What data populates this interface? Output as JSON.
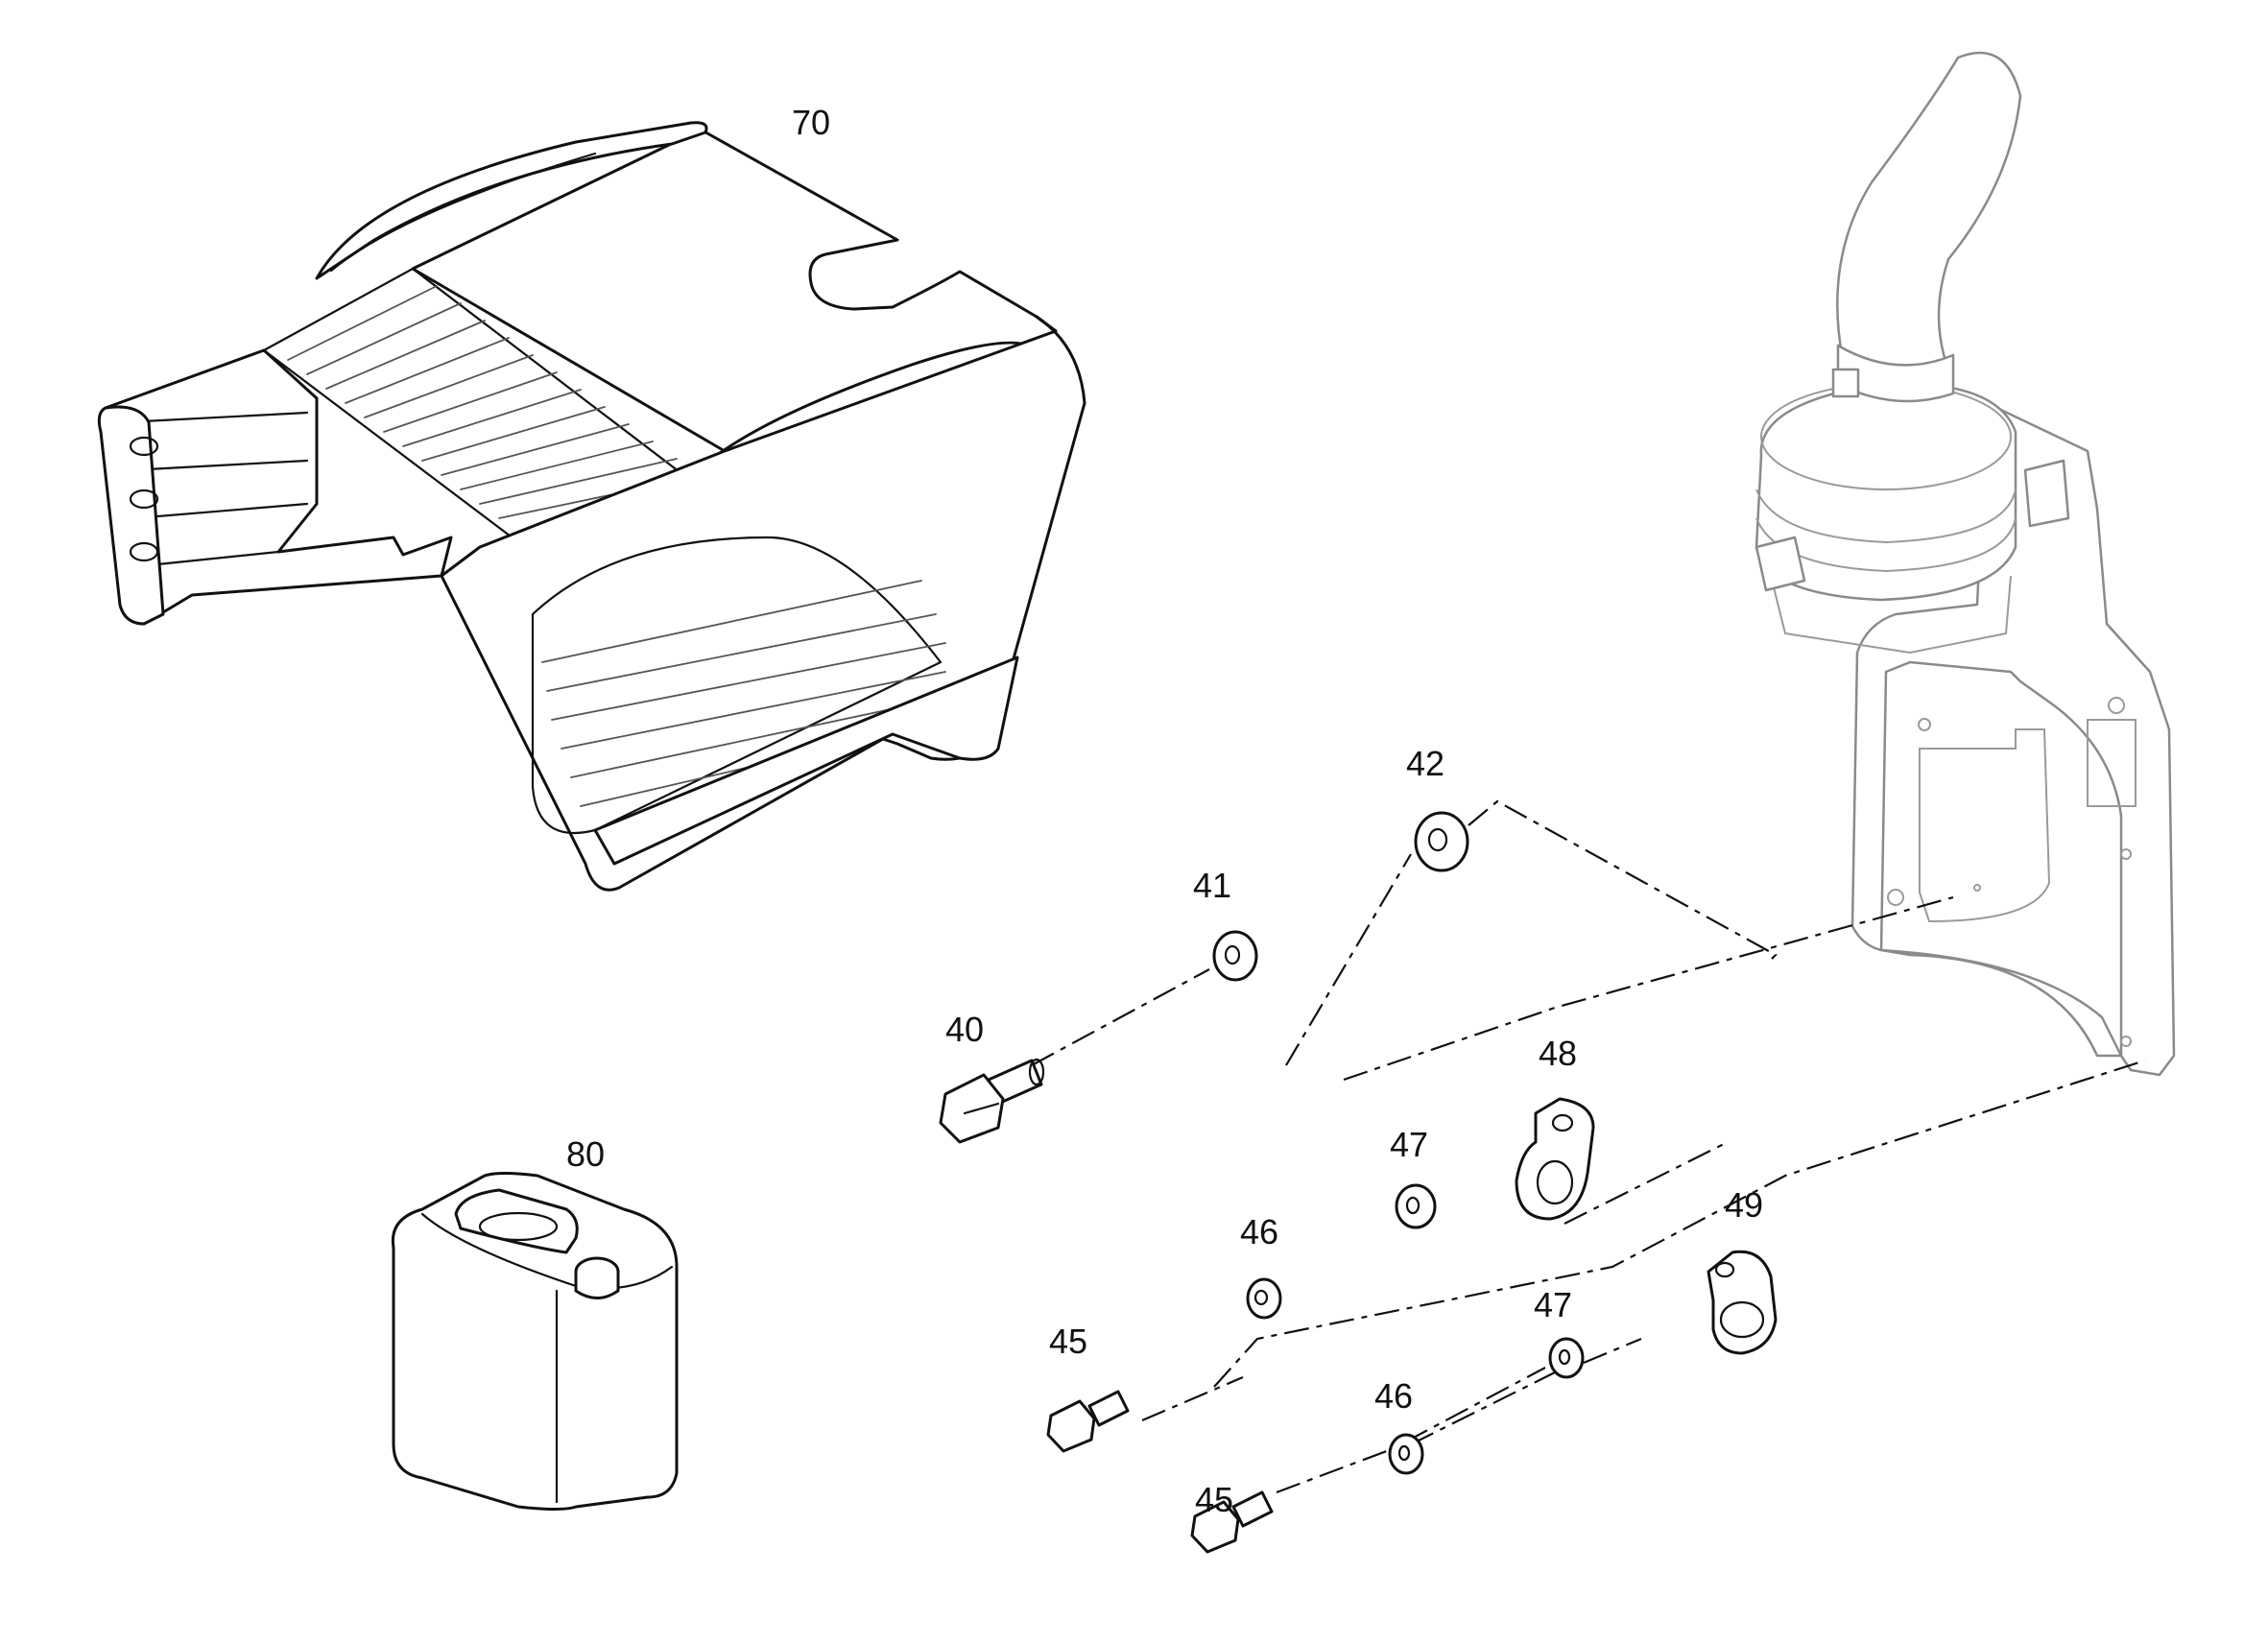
{
  "labels": {
    "p70": "70",
    "p42": "42",
    "p41": "41",
    "p40": "40",
    "p48": "48",
    "p80": "80",
    "p47a": "47",
    "p46a": "46",
    "p49": "49",
    "p45a": "45",
    "p47b": "47",
    "p46b": "46",
    "p45b": "45"
  }
}
